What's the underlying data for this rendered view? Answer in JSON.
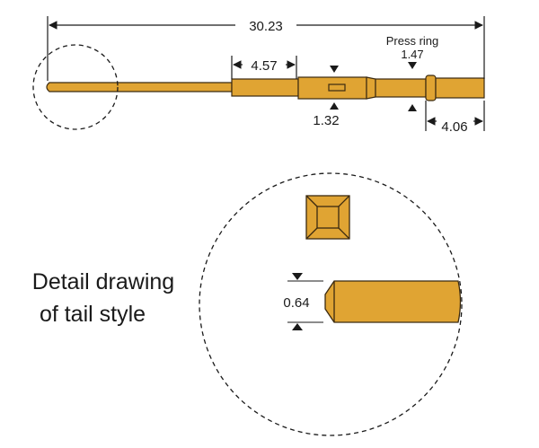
{
  "dimensions": {
    "overall_length": "30.23",
    "press_ring_label": "Press ring",
    "press_ring_width": "1.47",
    "mid_length": "4.57",
    "slot_width": "1.32",
    "tail_length": "4.06",
    "tail_thickness": "0.64"
  },
  "detail": {
    "title_line1": "Detail drawing",
    "title_line2": "of tail style"
  },
  "colors": {
    "pin_fill": "#E0A433",
    "pin_outline": "#3b2a10",
    "line": "#1a1a1a"
  }
}
